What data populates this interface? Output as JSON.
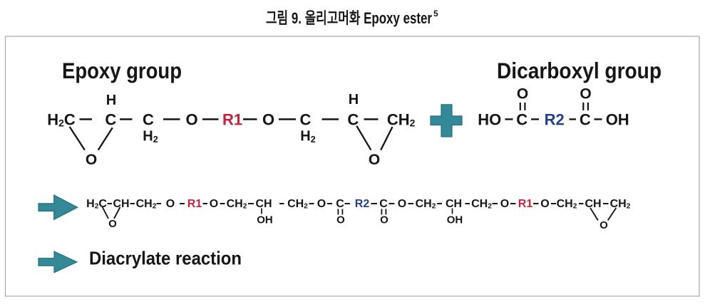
{
  "title": {
    "text": "그림 9. 올리고머화 Epoxy ester",
    "superscript": "5"
  },
  "colors": {
    "ink": "#161616",
    "r1_red": "#c7213e",
    "r2_blue": "#24408f",
    "teal": "#338998",
    "teal_edge": "#20717f",
    "border": "#a8a8a8",
    "background": "#ffffff"
  },
  "labels": {
    "epoxy_heading": "Epoxy group",
    "dicarboxyl_heading": "Dicarboxyl group",
    "diacrylate_label": "Diacrylate reaction",
    "plus_symbol": "+"
  },
  "molecules": [
    {
      "id": "epoxy",
      "name": "epoxy-group-structure",
      "formula": "H2C-CH-CH2-O-R1-O-CH2-CH-CH2 (terminal epoxide rings)",
      "atoms": [
        [
          "H_2C",
          86,
          167.5,
          22
        ],
        [
          "C",
          155.3,
          167.5,
          22
        ],
        [
          "C",
          208,
          167.5,
          22
        ],
        [
          "O",
          269,
          167.5,
          22
        ],
        [
          "R1",
          326,
          167.5,
          22,
          "r"
        ],
        [
          "O",
          376.5,
          167.5,
          22
        ],
        [
          "C",
          428.5,
          167.5,
          22
        ],
        [
          "C",
          495.3,
          167.5,
          22
        ],
        [
          "CH_2",
          562.6,
          167.5,
          22
        ],
        [
          "H",
          156,
          141,
          20
        ],
        [
          "H_2",
          211,
          191.5,
          20
        ],
        [
          "H_2",
          432,
          191.5,
          20
        ],
        [
          "H",
          496,
          140,
          20
        ],
        [
          "O",
          128,
          224,
          21
        ],
        [
          "O",
          525,
          224,
          21
        ]
      ],
      "bonds": [
        [
          111.5,
          167.5,
          129,
          167.5,
          2.4
        ],
        [
          168,
          167.5,
          185.5,
          167.5,
          2.4
        ],
        [
          229,
          167.5,
          252.5,
          167.5,
          2.4
        ],
        [
          284,
          167.5,
          306.5,
          167.5,
          2.4
        ],
        [
          341,
          167.5,
          360.5,
          167.5,
          2.4
        ],
        [
          391,
          167.5,
          415,
          167.5,
          2.4
        ],
        [
          451.5,
          167.5,
          475,
          167.5,
          2.4
        ],
        [
          510.5,
          167.5,
          530.5,
          167.5,
          2.4
        ],
        [
          97.6,
          178,
          118.9,
          210.7,
          2.3
        ],
        [
          157.8,
          179.4,
          137.7,
          210.7,
          2.3
        ],
        [
          500.3,
          176.9,
          520.4,
          210.7,
          2.3
        ],
        [
          550.5,
          178.2,
          534.2,
          210.7,
          2.3
        ]
      ]
    },
    {
      "id": "dicarboxyl",
      "name": "dicarboxyl-group-structure",
      "formula": "HO-C(=O)-R2-C(=O)-OH",
      "atoms": [
        [
          "HO",
          686.7,
          167.5,
          22
        ],
        [
          "C",
          732.2,
          167.5,
          22
        ],
        [
          "R2",
          777.7,
          167.5,
          22,
          "b"
        ],
        [
          "C",
          820.8,
          167.5,
          22
        ],
        [
          "OH",
          866.2,
          167.5,
          22
        ],
        [
          "O",
          733,
          131.5,
          21
        ],
        [
          "O",
          821.5,
          131.5,
          21
        ]
      ],
      "bonds": [
        [
          708.5,
          167.5,
          719.5,
          167.5,
          2.4
        ],
        [
          745,
          167.5,
          756,
          167.5,
          2.4
        ],
        [
          798.5,
          167.5,
          808,
          167.5,
          2.4
        ],
        [
          833.5,
          167.5,
          844.5,
          167.5,
          2.4
        ],
        [
          729.8,
          144,
          729.8,
          155,
          2.2
        ],
        [
          736.4,
          144,
          736.4,
          155,
          2.2
        ],
        [
          818.3,
          144,
          818.3,
          155,
          2.2
        ],
        [
          824.9,
          144,
          824.9,
          155,
          2.2
        ]
      ]
    },
    {
      "id": "product",
      "name": "product-chain-structure",
      "formula": "H2C-CH-CH2-O-R1-O-CH2-CH(OH)-CH2-O-C(=O)-R2-C(=O)-O-CH2-CH(OH)-CH2-O-R1-O-CH2-CH-CH2 (terminal epoxide rings)",
      "atoms": [
        [
          "H_2C",
          135.5,
          286,
          16
        ],
        [
          "CH",
          170,
          286,
          16
        ],
        [
          "CH_2",
          205,
          286,
          16
        ],
        [
          "O",
          239,
          286,
          16
        ],
        [
          "R1",
          273,
          286,
          16,
          "r"
        ],
        [
          "O",
          300,
          286,
          16
        ],
        [
          "CH_2",
          332,
          286,
          16
        ],
        [
          "CH",
          370,
          286,
          16
        ],
        [
          "CH_2",
          417.5,
          286,
          16
        ],
        [
          "O",
          451,
          286,
          16
        ],
        [
          "C",
          477,
          286,
          16
        ],
        [
          "R2",
          508,
          286,
          16,
          "b"
        ],
        [
          "C",
          538,
          286,
          16
        ],
        [
          "O",
          564,
          286,
          16
        ],
        [
          "CH_2",
          597,
          286,
          16
        ],
        [
          "CH",
          636.5,
          286,
          16
        ],
        [
          "CH_2",
          675.5,
          286,
          16
        ],
        [
          "O",
          708,
          286,
          16
        ],
        [
          "R1",
          737,
          286,
          16,
          "r"
        ],
        [
          "O",
          764.5,
          286,
          16
        ],
        [
          "CH_2",
          795,
          286,
          16
        ],
        [
          "CH",
          832,
          286,
          16
        ],
        [
          "CH_2",
          870,
          286,
          16
        ],
        [
          "OH",
          371.5,
          308.5,
          15
        ],
        [
          "O",
          478,
          308.5,
          15
        ],
        [
          "O",
          539,
          308.5,
          15
        ],
        [
          "OH",
          638,
          308.5,
          15
        ],
        [
          "O",
          158,
          314,
          15
        ],
        [
          "O",
          847,
          316,
          15
        ]
      ],
      "bonds": [
        [
          150.5,
          286,
          157,
          286,
          2
        ],
        [
          182.5,
          286,
          189,
          286,
          2
        ],
        [
          219.5,
          286,
          226,
          286,
          2
        ],
        [
          252,
          286,
          259,
          286,
          2
        ],
        [
          284.5,
          286,
          291,
          286,
          2
        ],
        [
          308.5,
          286,
          315.5,
          286,
          2
        ],
        [
          348,
          286,
          356,
          286,
          2
        ],
        [
          392,
          286,
          398.5,
          286,
          2
        ],
        [
          433.5,
          286,
          440.5,
          286,
          2
        ],
        [
          459,
          286,
          466,
          286,
          2
        ],
        [
          483.5,
          286,
          491,
          286,
          2
        ],
        [
          520.5,
          286,
          529,
          286,
          2
        ],
        [
          545.5,
          286,
          553.5,
          286,
          2
        ],
        [
          572.5,
          286,
          580,
          286,
          2
        ],
        [
          613,
          286,
          620,
          286,
          2
        ],
        [
          652.5,
          286,
          659,
          286,
          2
        ],
        [
          690.5,
          286,
          698,
          286,
          2
        ],
        [
          716,
          286,
          723.5,
          286,
          2
        ],
        [
          748,
          286,
          755.5,
          286,
          2
        ],
        [
          773,
          286,
          780,
          286,
          2
        ],
        [
          812,
          286,
          818.5,
          286,
          2
        ],
        [
          846,
          286,
          853.5,
          286,
          2
        ],
        [
          143.5,
          290.5,
          152,
          307,
          1.9
        ],
        [
          168.5,
          291,
          160,
          307,
          1.9
        ],
        [
          828,
          292,
          838.9,
          309.5,
          1.9
        ],
        [
          864.3,
          292,
          852.7,
          309.5,
          1.9
        ],
        [
          367,
          292.5,
          367,
          300.5,
          1.7
        ],
        [
          634.5,
          292.5,
          634.5,
          300.5,
          1.7
        ],
        [
          474.4,
          293.5,
          474.4,
          301.5,
          1.8
        ],
        [
          480.4,
          293.5,
          480.4,
          301.5,
          1.8
        ],
        [
          535.4,
          293.5,
          535.4,
          301.5,
          1.8
        ],
        [
          541.4,
          293.5,
          541.4,
          301.5,
          1.8
        ]
      ]
    }
  ]
}
